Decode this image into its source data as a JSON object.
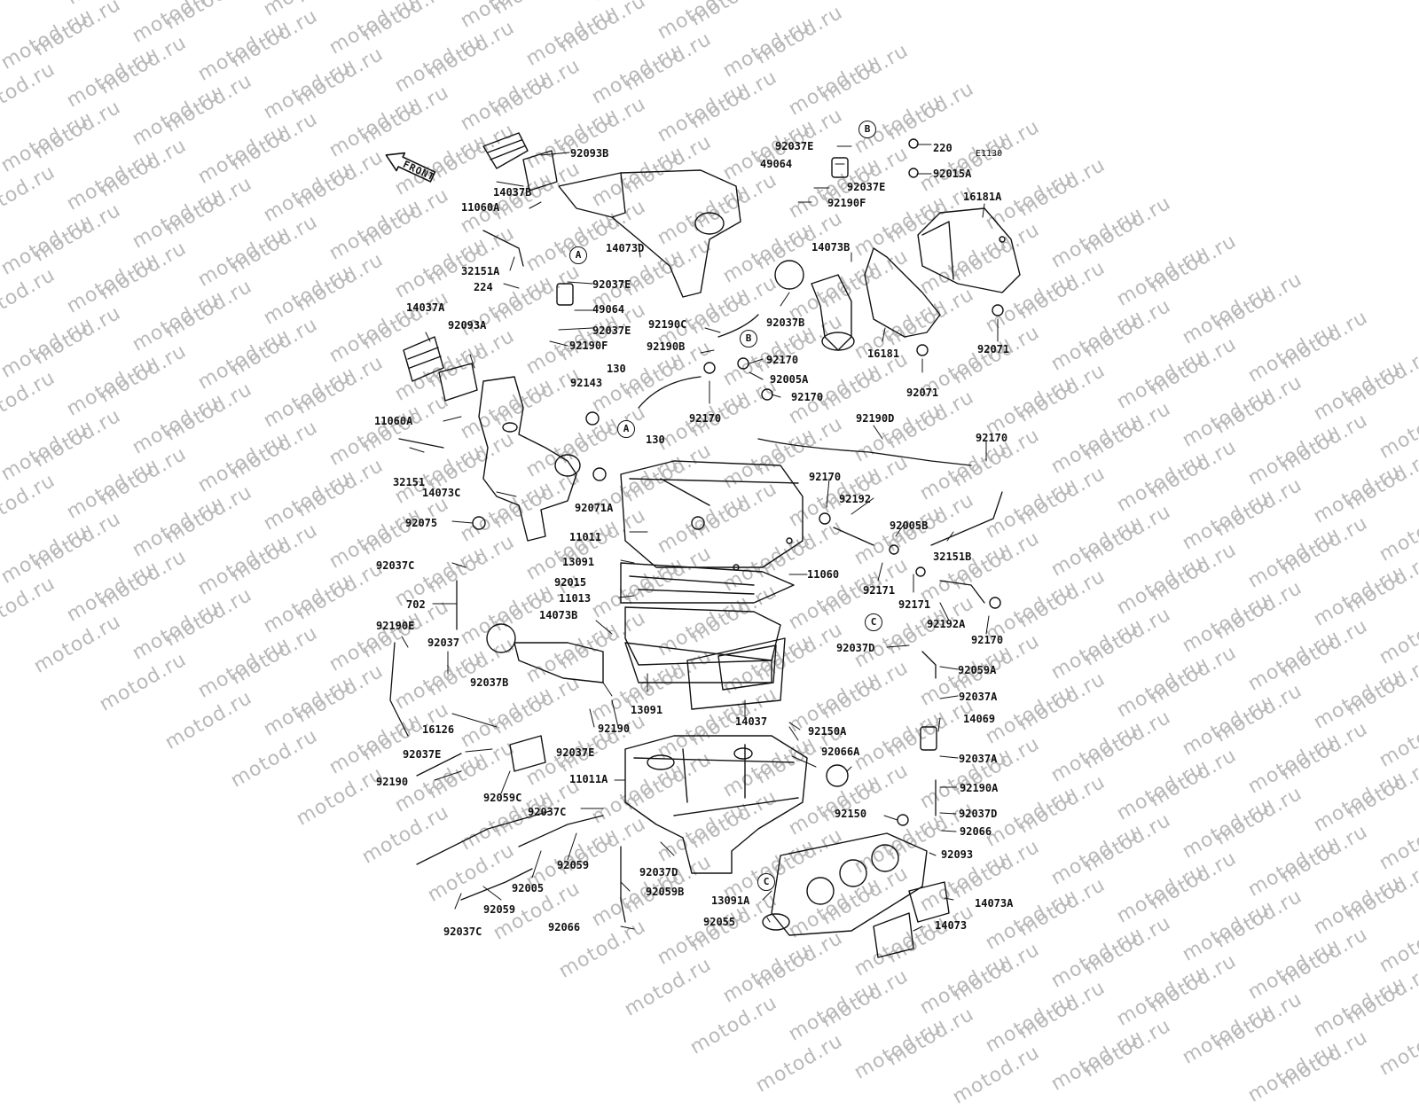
{
  "diagram_code": "E1130",
  "watermark": "motod.ru",
  "front_label": "FRONT",
  "callouts": [
    "A",
    "B",
    "C"
  ],
  "labels": [
    "92093B",
    "14037B",
    "11060A",
    "14073D",
    "32151A",
    "224",
    "92037E",
    "49064",
    "92037E",
    "92190F",
    "14037A",
    "92093A",
    "11060A",
    "32151",
    "14073C",
    "92075",
    "92037C",
    "702",
    "92190E",
    "92037",
    "16126",
    "92037E",
    "92190",
    "92059C",
    "92037C",
    "92005",
    "92059",
    "92059",
    "92037C",
    "92143",
    "130",
    "130",
    "92071A",
    "92015",
    "11011",
    "13091",
    "11013",
    "14073B",
    "92037B",
    "92190",
    "92037E",
    "13091",
    "14037",
    "92150A",
    "92066A",
    "11011A",
    "92150",
    "92037D",
    "92059B",
    "92066",
    "13091A",
    "92055",
    "92093",
    "14073A",
    "14073",
    "92037E",
    "49064",
    "92037E",
    "92190F",
    "220",
    "92015A",
    "16181A",
    "14073B",
    "92037B",
    "16181",
    "92071",
    "92071",
    "92190C",
    "92190B",
    "92170",
    "92005A",
    "92170",
    "92170",
    "92190D",
    "92170",
    "92170",
    "92192",
    "92005B",
    "32151B",
    "11060",
    "92171",
    "92171",
    "92192A",
    "92170",
    "92037D",
    "92059A",
    "92037A",
    "14069",
    "92037A",
    "92190A",
    "92037D",
    "92066"
  ]
}
